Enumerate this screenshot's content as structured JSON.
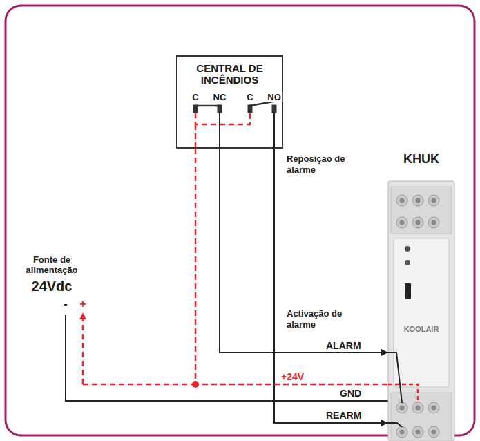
{
  "diagram": {
    "nodes": [
      {
        "text": [
          "CENTRAL DE INCÊNDIOS"
        ]
      },
      {
        "text": [
          "KHUK"
        ]
      }
    ],
    "edges": [
      {
        "from": 0,
        "to": 1,
        "arrow": "to",
        "label": "Activação de alarme"
      },
      {
        "from": 0,
        "to": 1,
        "arrow": "to",
        "label": "Reposição de alarme"
      },
      {
        "from": 0,
        "to": 1,
        "arrow": "none"
      }
    ],
    "labels": [
      "C",
      "NC",
      "C",
      "NO",
      "Fonte de alimentação",
      "24Vdc",
      "-",
      "+",
      "ALARM",
      "+24V",
      "GND",
      "REARM",
      "KOOLAIR"
    ]
  }
}
